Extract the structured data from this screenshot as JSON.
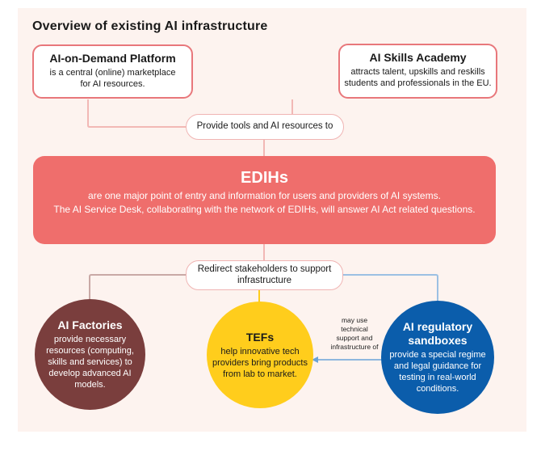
{
  "title": "Overview of existing AI infrastructure",
  "ai_on_demand": {
    "heading": "AI-on-Demand Platform",
    "line1": "is a central (online) marketplace",
    "line2": "for AI resources."
  },
  "ai_skills": {
    "heading": "AI Skills Academy",
    "line1": "attracts talent, upskills and reskills",
    "line2": "students and professionals in the EU."
  },
  "provide_label": "Provide tools and AI resources to",
  "edihs": {
    "heading": "EDIHs",
    "line1": "are one major point of entry and information for users and providers of AI systems.",
    "line2": "The AI Service Desk, collaborating with the network of EDIHs, will answer AI Act related questions."
  },
  "redirect": {
    "line1": "Redirect stakeholders to support",
    "line2": "infrastructure"
  },
  "ai_factories": {
    "heading": "AI Factories",
    "lines": [
      "provide necessary",
      "resources (computing,",
      "skills and services) to",
      "develop advanced AI",
      "models."
    ]
  },
  "tefs": {
    "heading": "TEFs",
    "lines": [
      "help innovative tech",
      "providers bring products",
      "from lab to market."
    ]
  },
  "sandboxes": {
    "heading_line1": "AI regulatory",
    "heading_line2": "sandboxes",
    "lines": [
      "provide a special regime",
      "and legal guidance for",
      "testing in real-world",
      "conditions."
    ]
  },
  "may_use_note": [
    "may use",
    "technical",
    "support and",
    "infrastructure of"
  ],
  "colors": {
    "panel_bg": "#fdf3ef",
    "box_border": "#e8777b",
    "edih_fill": "#ef6e6c",
    "factories_fill": "#7a3e3d",
    "tefs_fill": "#ffcd1c",
    "sandboxes_fill": "#0b5dab",
    "connector_pink": "#f2b8b5",
    "connector_brown": "#c9a9a6",
    "connector_blue": "#9cc0e3",
    "arrow_blue": "#6aa3d8"
  }
}
